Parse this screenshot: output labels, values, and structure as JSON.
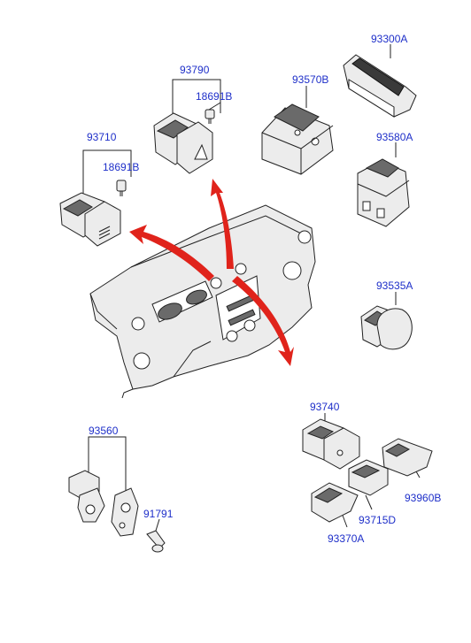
{
  "parts": {
    "p93300A": "93300A",
    "p93570B": "93570B",
    "p93790": "93790",
    "p18691B_top": "18691B",
    "p93710": "93710",
    "p18691B_left": "18691B",
    "p93580A": "93580A",
    "p93535A": "93535A",
    "p93740": "93740",
    "p93560": "93560",
    "p91791": "91791",
    "p93960B": "93960B",
    "p93715D": "93715D",
    "p93370A": "93370A"
  },
  "colors": {
    "label": "#1e2fc9",
    "arrow": "#e0231b"
  }
}
